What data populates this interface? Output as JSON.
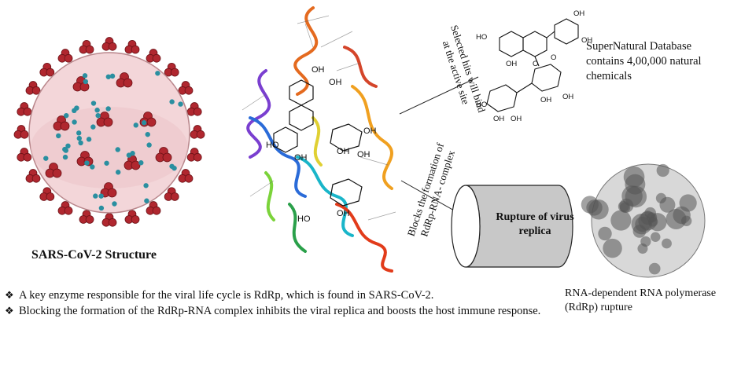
{
  "db_text": "SuperNatural Database contains 4,00,000 natural chemicals",
  "hits_text": "Selected hits will bind at the active site",
  "blocks_text": "Blocks the formation of RdRp-RNA- complex",
  "rupture_text": "Rupture of virus replica",
  "virus_label": "SARS-CoV-2 Structure",
  "rdrp_label": "RNA-dependent RNA polymerase (RdRp) rupture",
  "bullets": [
    "A key enzyme responsible for the viral life cycle is RdRp, which is found in SARS-CoV-2.",
    "Blocking the formation of the RdRp-RNA complex inhibits the viral replica and boosts the host immune response."
  ],
  "chem_labels": {
    "oh": "OH",
    "ho": "HO",
    "o": "O"
  },
  "colors": {
    "virus_body": "#f3d6d9",
    "spike": "#b0272f",
    "dot": "#2a8fa0",
    "cylinder": "#c8c8c8"
  }
}
